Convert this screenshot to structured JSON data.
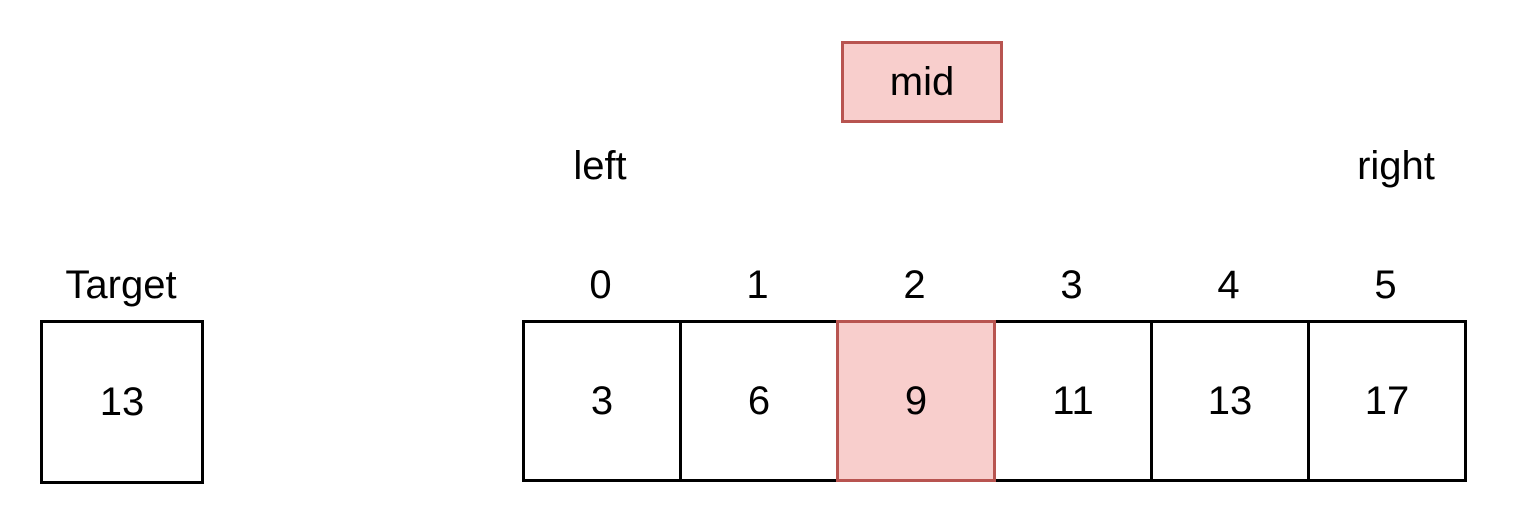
{
  "pointers": {
    "mid": "mid",
    "left": "left",
    "right": "right"
  },
  "target": {
    "label": "Target",
    "value": "13"
  },
  "array": {
    "indices": [
      "0",
      "1",
      "2",
      "3",
      "4",
      "5"
    ],
    "values": [
      "3",
      "6",
      "9",
      "11",
      "13",
      "17"
    ],
    "highlighted_index": 2
  },
  "colors": {
    "highlight_fill": "#f8cecc",
    "highlight_border": "#b85450",
    "border": "#000000"
  }
}
